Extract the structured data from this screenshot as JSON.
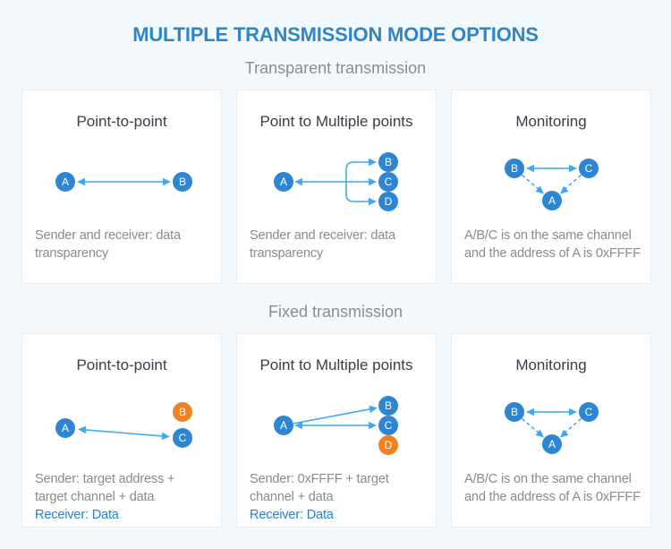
{
  "page_title": "MULTIPLE TRANSMISSION MODE OPTIONS",
  "colors": {
    "page_background": "#f3f8fc",
    "card_background": "#ffffff",
    "card_border": "#ececec",
    "title_blue": "#2e86c8",
    "section_gray": "#8c8c8c",
    "card_title_dark": "#3a3e44",
    "description_gray": "#8b8b8b",
    "receiver_blue": "#2a7fd4",
    "node_blue": "#2e86d2",
    "node_orange": "#ee8122",
    "arrow_blue": "#3fa9f0"
  },
  "sections": [
    {
      "title": "Transparent transmission",
      "cards": [
        {
          "title": "Point-to-point",
          "desc_lines": [
            "Sender and receiver: data",
            "transparency"
          ],
          "nodes": {
            "a": "A",
            "b": "B"
          }
        },
        {
          "title": "Point to Multiple points",
          "desc_lines": [
            "Sender and receiver: data",
            "transparency"
          ],
          "nodes": {
            "a": "A",
            "b": "B",
            "c": "C",
            "d": "D"
          }
        },
        {
          "title": "Monitoring",
          "desc_lines": [
            "A/B/C is on the same channel",
            "and the address of A is 0xFFFF"
          ],
          "nodes": {
            "a": "A",
            "b": "B",
            "c": "C"
          }
        }
      ]
    },
    {
      "title": "Fixed transmission",
      "cards": [
        {
          "title": "Point-to-point",
          "desc_lines": [
            "Sender: target address +",
            "target channel + data"
          ],
          "receiver_line": "Receiver: Data",
          "nodes": {
            "a": "A",
            "b": "B",
            "c": "C"
          }
        },
        {
          "title": "Point to Multiple points",
          "desc_lines": [
            "Sender: 0xFFFF + target",
            "channel + data"
          ],
          "receiver_line": "Receiver: Data",
          "nodes": {
            "a": "A",
            "b": "B",
            "c": "C",
            "d": "D"
          }
        },
        {
          "title": "Monitoring",
          "desc_lines": [
            "A/B/C is on the same channel",
            "and the address of A is 0xFFFF"
          ],
          "nodes": {
            "a": "A",
            "b": "B",
            "c": "C"
          }
        }
      ]
    }
  ]
}
